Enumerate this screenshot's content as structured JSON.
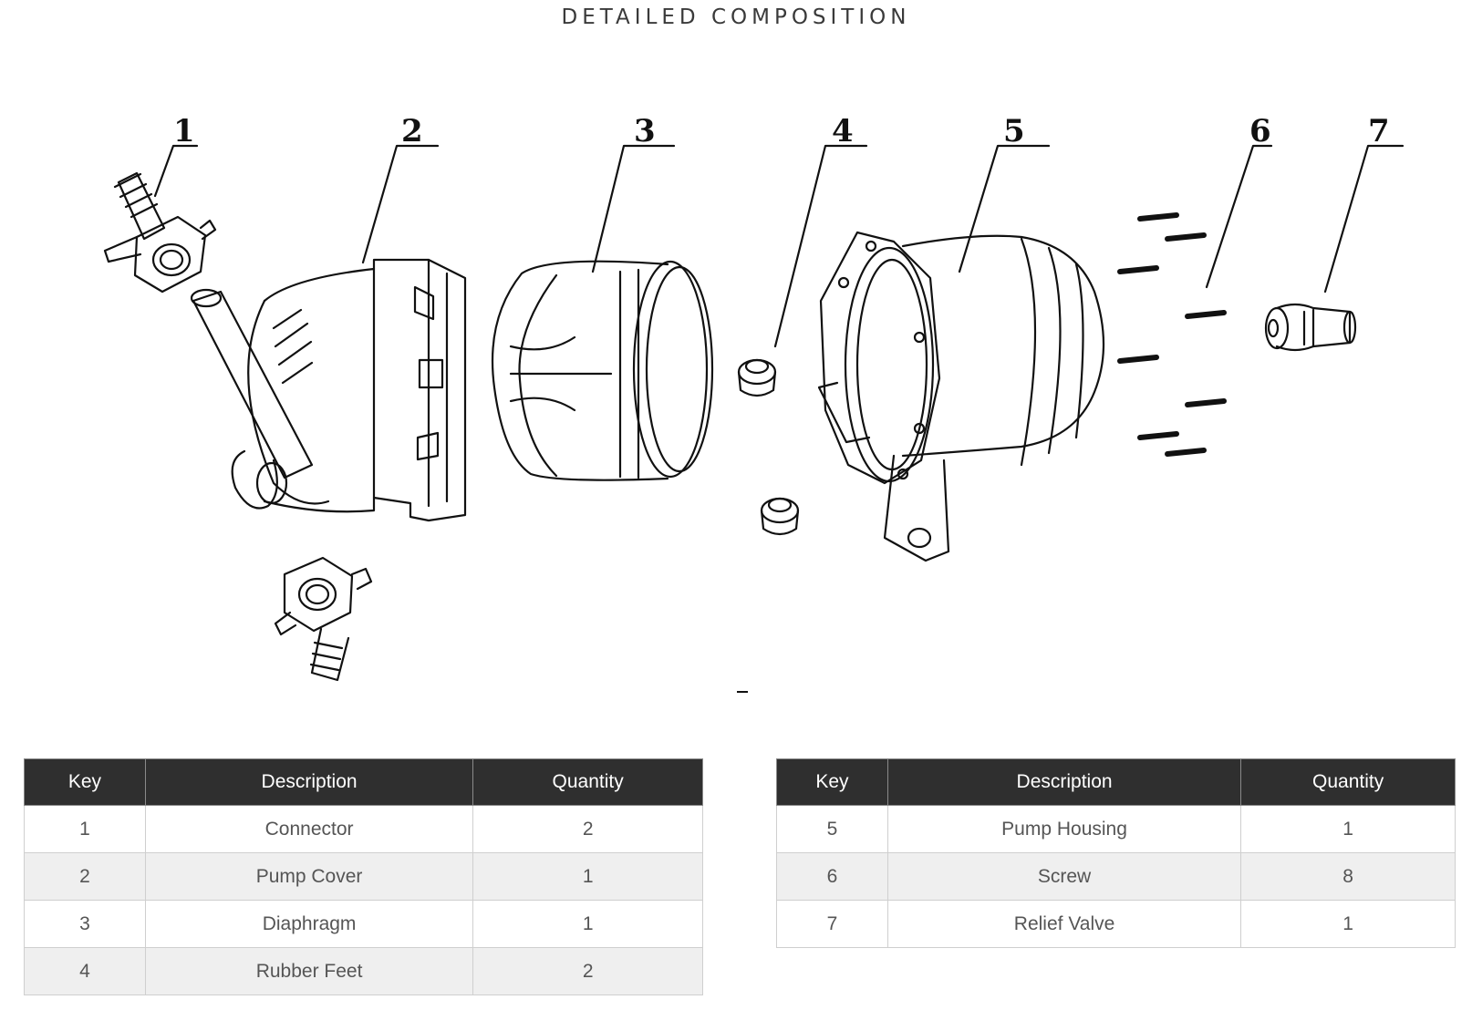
{
  "title": "DETAILED COMPOSITION",
  "callouts": [
    "1",
    "2",
    "3",
    "4",
    "5",
    "6",
    "7"
  ],
  "tables": [
    {
      "headers": [
        "Key",
        "Description",
        "Quantity"
      ],
      "rows": [
        [
          "1",
          "Connector",
          "2"
        ],
        [
          "2",
          "Pump Cover",
          "1"
        ],
        [
          "3",
          "Diaphragm",
          "1"
        ],
        [
          "4",
          "Rubber Feet",
          "2"
        ]
      ]
    },
    {
      "headers": [
        "Key",
        "Description",
        "Quantity"
      ],
      "rows": [
        [
          "5",
          "Pump Housing",
          "1"
        ],
        [
          "6",
          "Screw",
          "8"
        ],
        [
          "7",
          "Relief Valve",
          "1"
        ]
      ]
    }
  ],
  "colors": {
    "header_bg": "#2f2f2f",
    "header_text": "#ffffff",
    "row_alt": "#efefef",
    "line": "#111111"
  }
}
